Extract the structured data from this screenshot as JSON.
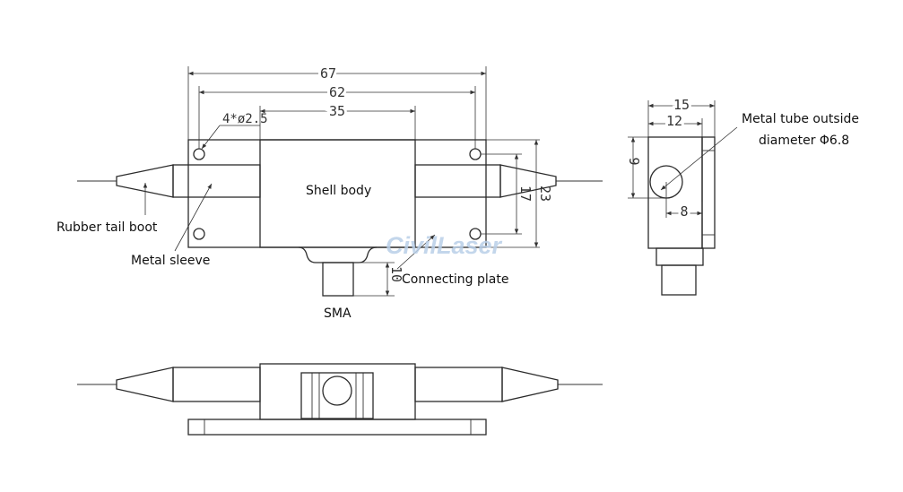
{
  "labels": {
    "shell_body": "Shell body",
    "rubber_tail_boot": "Rubber tail boot",
    "metal_sleeve": "Metal sleeve",
    "sma": "SMA",
    "connecting_plate": "Connecting plate",
    "metal_tube_line1": "Metal tube outside",
    "metal_tube_line2": "diameter Φ6.8"
  },
  "dimensions": {
    "overall_length": "67",
    "mount_hole_spacing": "62",
    "shell_length": "35",
    "holes": "4*ø2.5",
    "sma_height": "10",
    "hole_vertical_spacing": "17",
    "total_height": "23",
    "side_width": "15",
    "side_inner_width": "12",
    "side_tube_height": "9",
    "side_tube_offset": "8"
  },
  "watermark": "CivilLaser",
  "colors": {
    "line": "#2b2b2b",
    "watermark": "#b9cfe8"
  }
}
